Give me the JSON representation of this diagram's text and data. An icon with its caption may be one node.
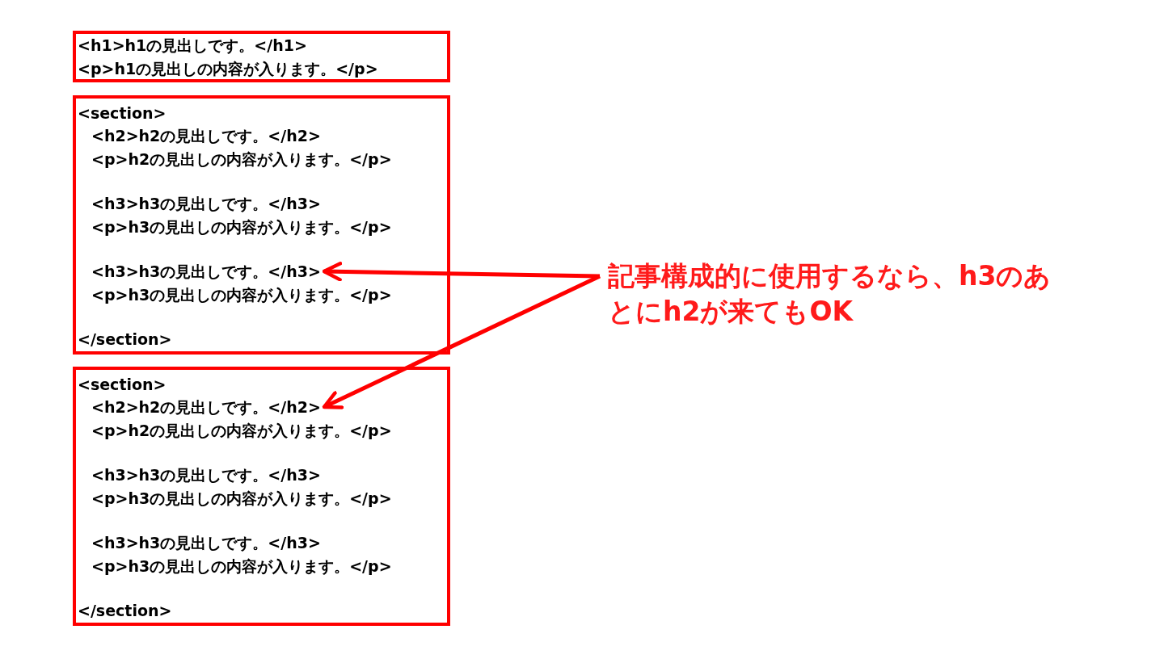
{
  "diagram": {
    "nodes": [
      {
        "text": [],
        "shape": "box"
      },
      {
        "text": [
          "<h1>h1の見出しです。</h1>"
        ],
        "in": 0
      },
      {
        "text": [
          "<p>h1の見出しの内容が入ります。</p>"
        ],
        "in": 0
      },
      {
        "text": [],
        "shape": "box"
      },
      {
        "text": [
          "<section>"
        ],
        "in": 3
      },
      {
        "text": [
          "<h2>h2の見出しです。</h2>"
        ],
        "in": 3
      },
      {
        "text": [
          "<p>h2の見出しの内容が入ります。</p>"
        ],
        "in": 3
      },
      {
        "text": [
          "<h3>h3の見出しです。</h3>"
        ],
        "in": 3
      },
      {
        "text": [
          "<p>h3の見出しの内容が入ります。</p>"
        ],
        "in": 3
      },
      {
        "text": [
          "<h3>h3の見出しです。</h3>"
        ],
        "in": 3
      },
      {
        "text": [
          "<p>h3の見出しの内容が入ります。</p>"
        ],
        "in": 3
      },
      {
        "text": [
          "</section>"
        ],
        "in": 3
      },
      {
        "text": [],
        "shape": "box"
      },
      {
        "text": [
          "<section>"
        ],
        "in": 12
      },
      {
        "text": [
          "<h2>h2の見出しです。</h2>"
        ],
        "in": 12
      },
      {
        "text": [
          "<p>h2の見出しの内容が入ります。</p>"
        ],
        "in": 12
      },
      {
        "text": [
          "<h3>h3の見出しです。</h3>"
        ],
        "in": 12
      },
      {
        "text": [
          "<p>h3の見出しの内容が入ります。</p>"
        ],
        "in": 12
      },
      {
        "text": [
          "<h3>h3の見出しです。</h3>"
        ],
        "in": 12
      },
      {
        "text": [
          "<p>h3の見出しの内容が入ります。</p>"
        ],
        "in": 12
      },
      {
        "text": [
          "</section>"
        ],
        "in": 12
      },
      {
        "text": [
          "記事構成的に使用するなら、h3のあとにh2が来てもOK"
        ]
      }
    ],
    "edges": [
      {
        "from": 21,
        "to": 9,
        "arrow": "to",
        "color": "#ff0000"
      },
      {
        "from": 21,
        "to": 14,
        "arrow": "to",
        "color": "#ff0000"
      }
    ]
  }
}
